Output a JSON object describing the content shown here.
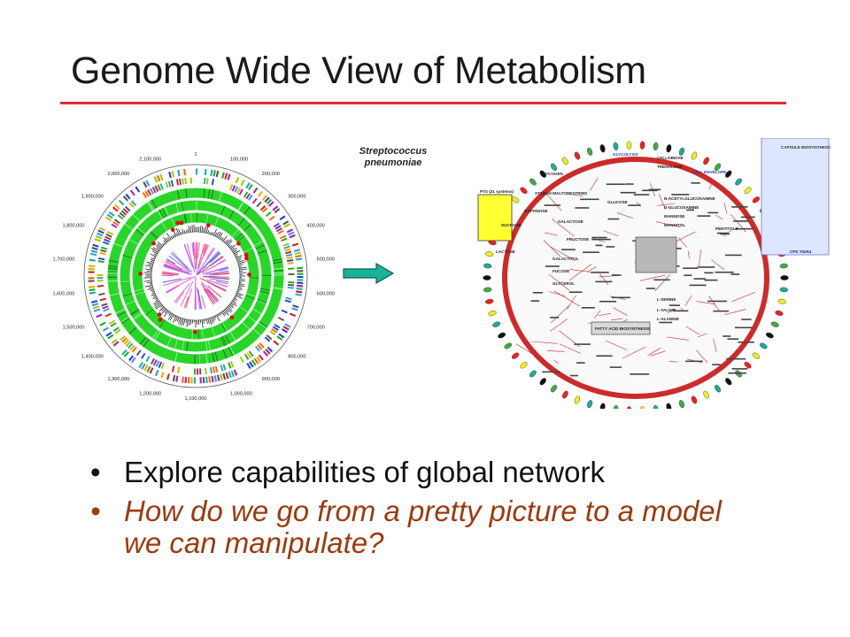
{
  "slide": {
    "title": "Genome Wide View of Metabolism",
    "species_line1": "Streptococcus",
    "species_line2": "pneumoniae",
    "bullets": [
      "Explore capabilities of global network",
      "How do we go from a pretty picture to a model we can manipulate?"
    ],
    "bullet_glyph": "•",
    "colors": {
      "title_rule": "#d9302a",
      "bullet2_text": "#9b3b10",
      "ring_green": "#2ad52a",
      "map_border": "#cc2b2b",
      "arrow_fill": "#19b39b"
    }
  },
  "genome_map": {
    "tick_labels": [
      "1",
      "100,000",
      "200,000",
      "300,000",
      "400,000",
      "500,000",
      "600,000",
      "700,000",
      "800,000",
      "900,000",
      "1,000,000",
      "1,100,000",
      "1,200,000",
      "1,300,000",
      "1,400,000",
      "1,500,000",
      "1,600,000",
      "1,700,000",
      "1,800,000",
      "1,900,000",
      "2,000,000",
      "2,100,000"
    ]
  },
  "metabolic_map": {
    "labels": [
      "CAPSULE BIOSYNTHESIS",
      "GLYCOLYSIS",
      "CELL ENVELOPE",
      "GLYCOGEN",
      "CELLOBIOSE",
      "TREHALOSE",
      "STARCH MALTODEXTRINS",
      "GLUCOSE",
      "RAFFINOSE",
      "SUCROSE",
      "GALACTOSE",
      "FRUCTOSE",
      "LACTOSE",
      "GALACTITOL",
      "FUCOSE",
      "GLYCEROL",
      "N-ACETYLGLUCOSAMINE",
      "D-GLUCOSAMINE",
      "MANNOSE",
      "MANNITOL",
      "PENTITOLS",
      "L-SERINE",
      "L-VALINE",
      "L-ALANINE",
      "FATTY ACID BIOSYNTHESIS",
      "CPS TIGR4",
      "PTS (21 systems)"
    ]
  }
}
